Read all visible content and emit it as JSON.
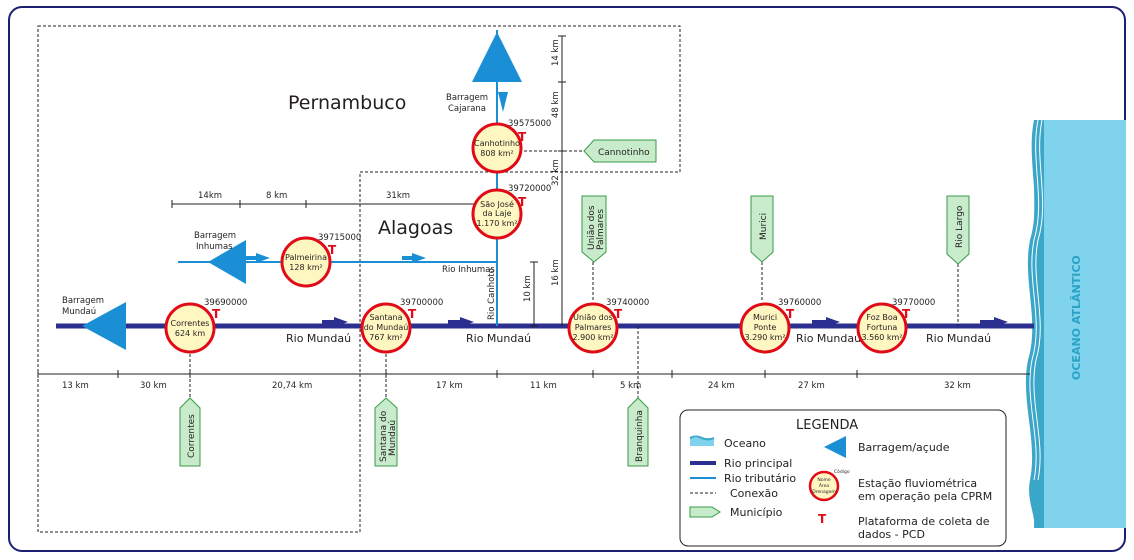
{
  "regions": {
    "pernambuco": "Pernambuco",
    "alagoas": "Alagoas"
  },
  "ocean_label": "OCEANO ATLÂNTICO",
  "dams": {
    "cajarana": [
      "Barragem",
      "Cajarana"
    ],
    "inhumas": [
      "Barragem",
      "Inhumas"
    ],
    "mundau": [
      "Barragem",
      "Mundaú"
    ]
  },
  "stations": {
    "canhotinho": {
      "code": "39575000",
      "lines": [
        "Canhotinho",
        "808 km²"
      ]
    },
    "sao_jose": {
      "code": "39720000",
      "lines": [
        "São José",
        "da Laje",
        "1.170 km²"
      ]
    },
    "palmeirina": {
      "code": "39715000",
      "lines": [
        "Palmeirina",
        "128 km²"
      ]
    },
    "correntes": {
      "code": "39690000",
      "lines": [
        "Correntes",
        "624 km"
      ]
    },
    "santana": {
      "code": "39700000",
      "lines": [
        "Santana",
        "do Mundaú",
        "767 km²"
      ]
    },
    "uniao": {
      "code": "39740000",
      "lines": [
        "União dos",
        "Palmares",
        "2.900 km²"
      ]
    },
    "murici": {
      "code": "39760000",
      "lines": [
        "Murici",
        "Ponte",
        "3.290 km²"
      ]
    },
    "foz": {
      "code": "39770000",
      "lines": [
        "Foz Boa",
        "Fortuna",
        "3.560 km²"
      ]
    }
  },
  "pcd_mark": "T",
  "municipios": {
    "cannotinho": "Cannotinho",
    "uniao": [
      "União dos",
      "Palmares"
    ],
    "murici": "Murici",
    "rio_largo": "Rio Largo",
    "correntes": "Correntes",
    "santana": [
      "Santana do",
      "Mundaú"
    ],
    "branquinha": "Branquinha"
  },
  "rivers": {
    "mundau": "Rio Mundaú",
    "inhumas": "Rio Inhumas",
    "canhoto": "Rio Canhoto"
  },
  "distances": {
    "bottom": [
      "13 km",
      "30 km",
      "20,74 km",
      "17 km",
      "11 km",
      "5 km",
      "24 km",
      "27 km",
      "32 km"
    ],
    "top": [
      "14km",
      "8 km",
      "31km"
    ],
    "vertical": [
      "14 km",
      "48 km",
      "32 km",
      "16 km",
      "10 km"
    ]
  },
  "legend": {
    "title": "LEGENDA",
    "oceano": "Oceano",
    "rio_principal": "Rio principal",
    "rio_tributario": "Rio tributário",
    "conexao": "Conexão",
    "municipio": "Município",
    "barragem": "Barragem/açude",
    "estacao": [
      "Estação fluviométrica",
      "em operação pela CPRM"
    ],
    "estacao_symbol": {
      "code": "Código",
      "lines": [
        "Nome",
        "Área",
        "Drenagem"
      ]
    },
    "plataforma": [
      "Plataforma de coleta de",
      "dados - PCD"
    ]
  },
  "colors": {
    "main_river": "#2b2f8f",
    "tributary": "#1b8fd6",
    "dam": "#1b8fd6",
    "station_ring": "#e10b17",
    "station_fill": "#fff7c2",
    "municipio": "#c8ebcb",
    "ocean": "#7fd3ec"
  }
}
